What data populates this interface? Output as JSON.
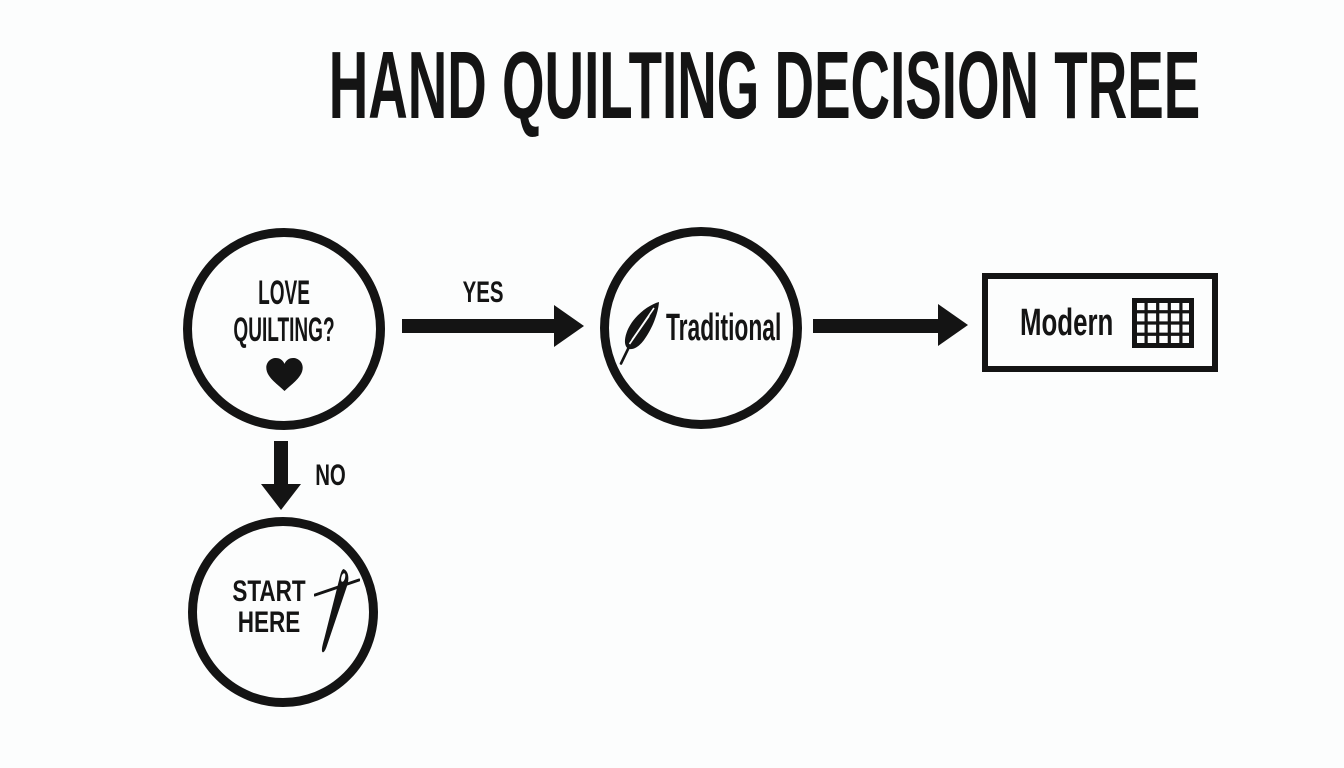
{
  "title": "HAND QUILTING DECISION TREE",
  "colors": {
    "background": "#fcfdfd",
    "ink": "#141414"
  },
  "diagram": {
    "type": "decision-tree",
    "nodes": [
      {
        "id": "love-quilting",
        "shape": "circle",
        "lines": [
          "LOVE",
          "QUILTING?"
        ],
        "icon": "heart-icon"
      },
      {
        "id": "traditional",
        "shape": "circle",
        "label": "Traditional",
        "icon": "feather-icon"
      },
      {
        "id": "modern",
        "shape": "rectangle",
        "label": "Modern",
        "icon": "grid-icon"
      },
      {
        "id": "start-here",
        "shape": "circle",
        "lines": [
          "START",
          "HERE"
        ],
        "icon": "needle-icon"
      }
    ],
    "edges": [
      {
        "from": "love-quilting",
        "to": "traditional",
        "label": "YES",
        "direction": "right"
      },
      {
        "from": "traditional",
        "to": "modern",
        "label": "",
        "direction": "right"
      },
      {
        "from": "love-quilting",
        "to": "start-here",
        "label": "NO",
        "direction": "down"
      }
    ]
  }
}
